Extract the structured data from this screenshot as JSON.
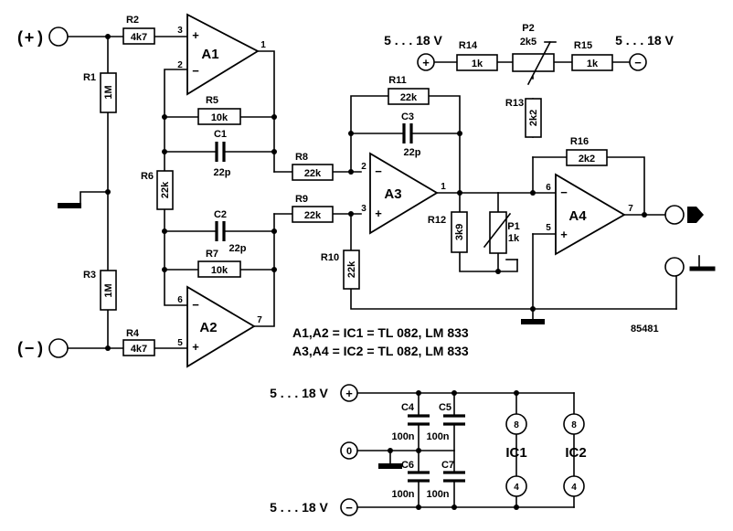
{
  "terminals": {
    "plus_in": "+",
    "minus_in": "−"
  },
  "resistors": {
    "R1": {
      "label": "R1",
      "value": "1M"
    },
    "R2": {
      "label": "R2",
      "value": "4k7"
    },
    "R3": {
      "label": "R3",
      "value": "1M"
    },
    "R4": {
      "label": "R4",
      "value": "4k7"
    },
    "R5": {
      "label": "R5",
      "value": "10k"
    },
    "R6": {
      "label": "R6",
      "value": "22k"
    },
    "R7": {
      "label": "R7",
      "value": "10k"
    },
    "R8": {
      "label": "R8",
      "value": "22k"
    },
    "R9": {
      "label": "R9",
      "value": "22k"
    },
    "R10": {
      "label": "R10",
      "value": "22k"
    },
    "R11": {
      "label": "R11",
      "value": "22k"
    },
    "R12": {
      "label": "R12",
      "value": "3k9"
    },
    "R13": {
      "label": "R13",
      "value": "2k2"
    },
    "R14": {
      "label": "R14",
      "value": "1k"
    },
    "R15": {
      "label": "R15",
      "value": "1k"
    },
    "R16": {
      "label": "R16",
      "value": "2k2"
    }
  },
  "pots": {
    "P1": {
      "label": "P1",
      "value": "1k"
    },
    "P2": {
      "label": "P2",
      "value": "2k5"
    }
  },
  "capacitors": {
    "C1": {
      "label": "C1",
      "value": "22p"
    },
    "C2": {
      "label": "C2",
      "value": "22p"
    },
    "C3": {
      "label": "C3",
      "value": "22p"
    },
    "C4": {
      "label": "C4",
      "value": "100n"
    },
    "C5": {
      "label": "C5",
      "value": "100n"
    },
    "C6": {
      "label": "C6",
      "value": "100n"
    },
    "C7": {
      "label": "C7",
      "value": "100n"
    }
  },
  "opamps": {
    "A1": "A1",
    "A2": "A2",
    "A3": "A3",
    "A4": "A4"
  },
  "pins": {
    "A1_in_plus": "3",
    "A1_in_minus": "2",
    "A1_out": "1",
    "A2_in_minus": "6",
    "A2_in_plus": "5",
    "A2_out": "7",
    "A3_in_minus": "2",
    "A3_in_plus": "3",
    "A3_out": "1",
    "A4_in_minus": "6",
    "A4_in_plus": "5",
    "A4_out": "7"
  },
  "supply": {
    "top_left": "5 . . . 18 V",
    "top_right": "5 . . . 18 V",
    "dec_pos": "5 . . . 18 V",
    "dec_neg": "5 . . . 18 V",
    "zero": "0"
  },
  "ics": {
    "ic1": "IC1",
    "ic2": "IC2",
    "pin8": "8",
    "pin4": "4"
  },
  "notes": {
    "line1": "A1,A2 = IC1 = TL 082, LM 833",
    "line2": "A3,A4 = IC2 = TL 082, LM 833",
    "ref": "85481"
  }
}
